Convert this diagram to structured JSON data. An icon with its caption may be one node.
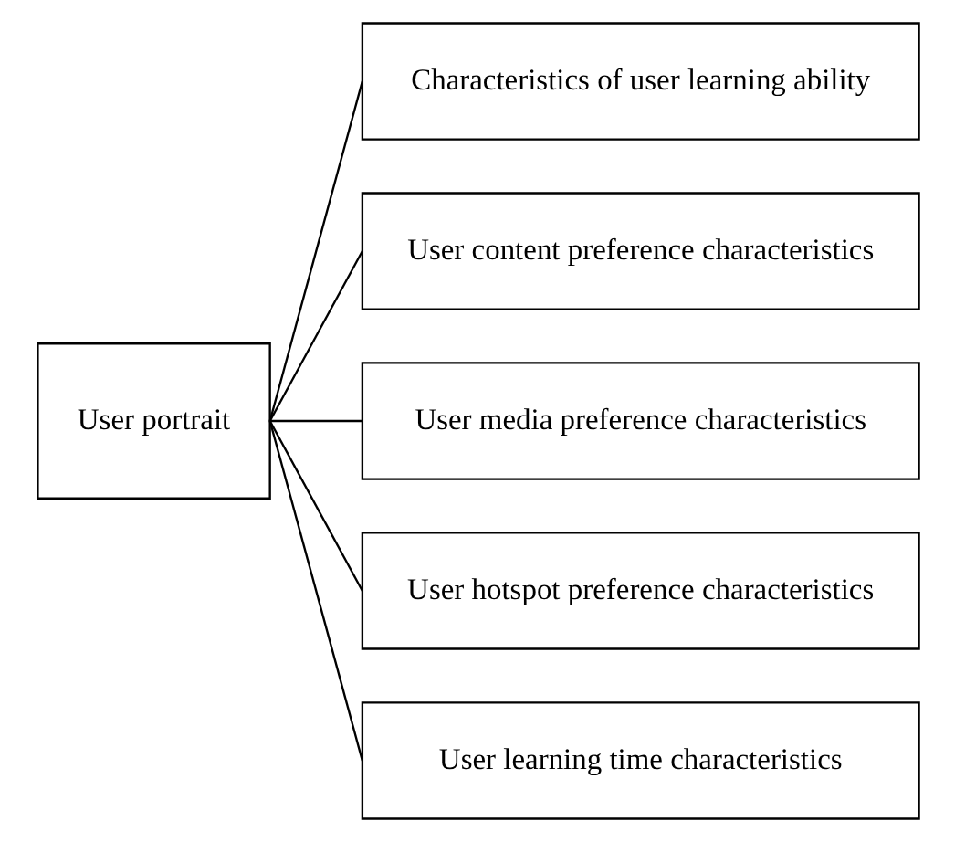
{
  "diagram": {
    "nodes": [
      {
        "text": [
          "User portrait"
        ]
      },
      {
        "text": [
          "Characteristics of user learning ability"
        ]
      },
      {
        "text": [
          "User content preference characteristics"
        ]
      },
      {
        "text": [
          "User media preference characteristics"
        ]
      },
      {
        "text": [
          "User hotspot preference characteristics"
        ]
      },
      {
        "text": [
          "User learning time characteristics"
        ]
      }
    ],
    "edges": [
      {
        "from": 0,
        "to": 1,
        "arrow": "none"
      },
      {
        "from": 0,
        "to": 2,
        "arrow": "none"
      },
      {
        "from": 0,
        "to": 3,
        "arrow": "none"
      },
      {
        "from": 0,
        "to": 4,
        "arrow": "none"
      },
      {
        "from": 0,
        "to": 5,
        "arrow": "none"
      }
    ]
  }
}
